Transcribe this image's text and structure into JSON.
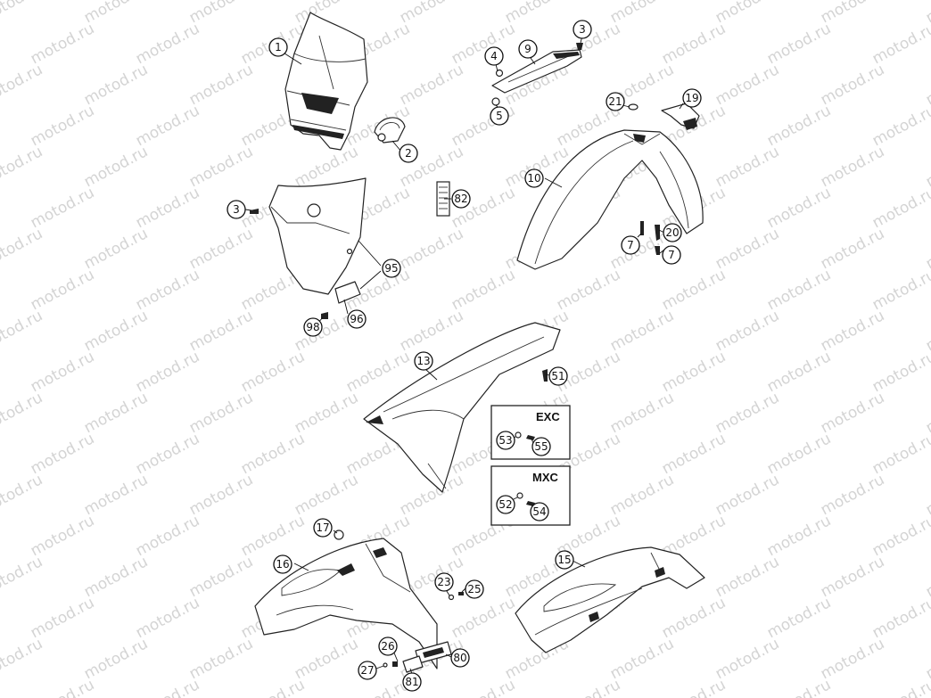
{
  "watermark": "motod.ru",
  "callouts": {
    "p1": "1",
    "p2": "2",
    "p3a": "3",
    "p3b": "3",
    "p4": "4",
    "p5": "5",
    "p7a": "7",
    "p7b": "7",
    "p9": "9",
    "p10": "10",
    "p13": "13",
    "p15": "15",
    "p16": "16",
    "p17": "17",
    "p19": "19",
    "p20": "20",
    "p21": "21",
    "p23": "23",
    "p25": "25",
    "p26": "26",
    "p27": "27",
    "p51": "51",
    "p52": "52",
    "p53": "53",
    "p54": "54",
    "p55": "55",
    "p80": "80",
    "p81": "81",
    "p82": "82",
    "p95": "95",
    "p96": "96",
    "p98": "98"
  },
  "boxes": {
    "exc": "EXC",
    "mxc": "MXC"
  }
}
